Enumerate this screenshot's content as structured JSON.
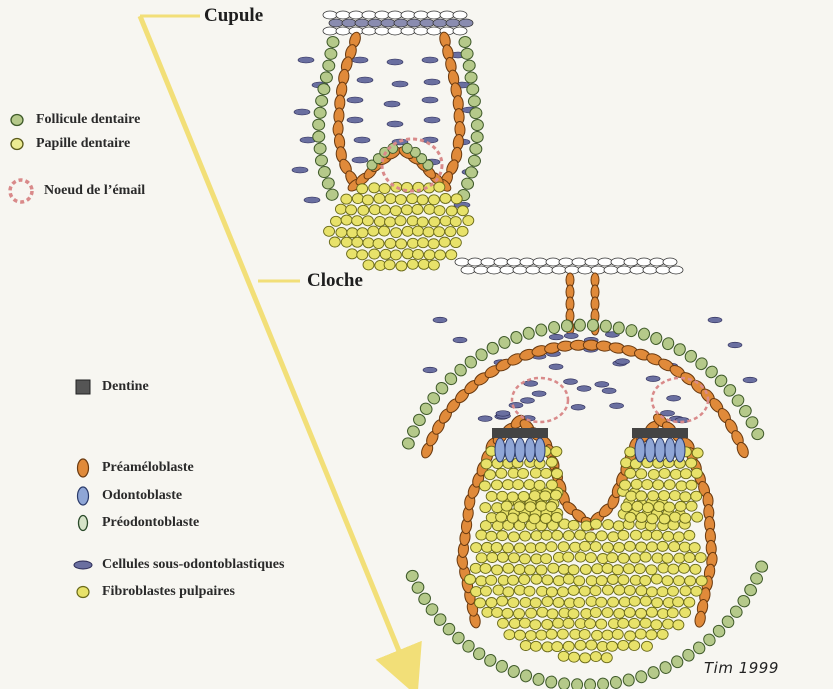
{
  "stages": {
    "cupule": "Cupule",
    "cloche": "Cloche"
  },
  "legend_top": [
    {
      "label": "Follicule dentaire",
      "symbol": "follicle-cell-icon",
      "fill": "#b5c98a",
      "stroke": "#3f5a2a"
    },
    {
      "label": "Papille dentaire",
      "symbol": "papilla-cell-icon",
      "fill": "#eceb92",
      "stroke": "#5a5a1a"
    },
    {
      "label": "Noeud de l’émail",
      "symbol": "enamel-knot-icon",
      "fill": "none",
      "stroke": "#d98a8a"
    }
  ],
  "legend_bottom": [
    {
      "label": "Dentine",
      "symbol": "dentine-square-icon",
      "fill": "#555555",
      "stroke": "#222222"
    },
    {
      "label": "Préaméloblaste",
      "symbol": "preameloblast-icon",
      "fill": "#e08a3a",
      "stroke": "#6a3a10"
    },
    {
      "label": "Odontoblaste",
      "symbol": "odontoblast-icon",
      "fill": "#8fa6d6",
      "stroke": "#2a3a6a"
    },
    {
      "label": "Préodontoblaste",
      "symbol": "preodontoblast-icon",
      "fill": "#d6e3c8",
      "stroke": "#2a4a2a"
    },
    {
      "label": "Cellules sous-odontoblastiques",
      "symbol": "sub-odontoblast-icon",
      "fill": "#6a6fa0",
      "stroke": "#2a2a55"
    },
    {
      "label": "Fibroblastes pulpaires",
      "symbol": "pulp-fibroblast-icon",
      "fill": "#e8e26a",
      "stroke": "#6a6a1a"
    }
  ],
  "signature": "Tim 1999",
  "colors": {
    "arrow": "#f2df78",
    "orange": "#e08a3a",
    "green": "#b5c98a",
    "yellow": "#e8e26a",
    "dark_oval": "#6a6fa0",
    "knot": "#d98a8a"
  }
}
